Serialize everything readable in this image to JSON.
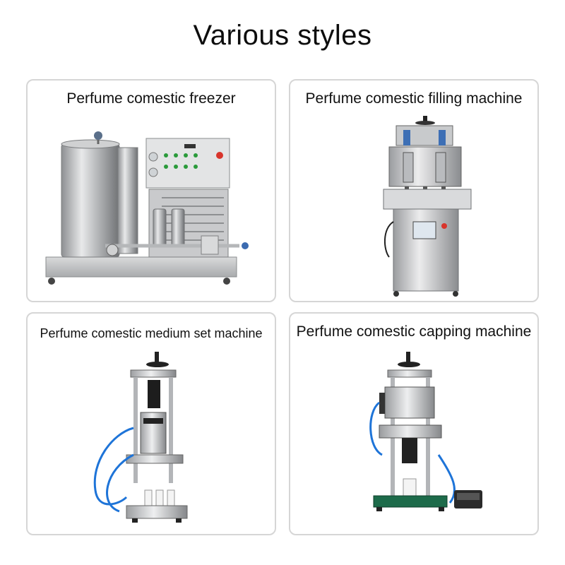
{
  "title": "Various styles",
  "products": [
    {
      "label": "Perfume comestic freezer",
      "image": "perfume-freezer-machine-photo"
    },
    {
      "label": "Perfume comestic filling machine",
      "image": "perfume-filling-machine-photo"
    },
    {
      "label": "Perfume comestic medium set machine",
      "image": "perfume-medium-set-machine-photo"
    },
    {
      "label": "Perfume comestic capping machine",
      "image": "perfume-capping-machine-photo"
    }
  ]
}
